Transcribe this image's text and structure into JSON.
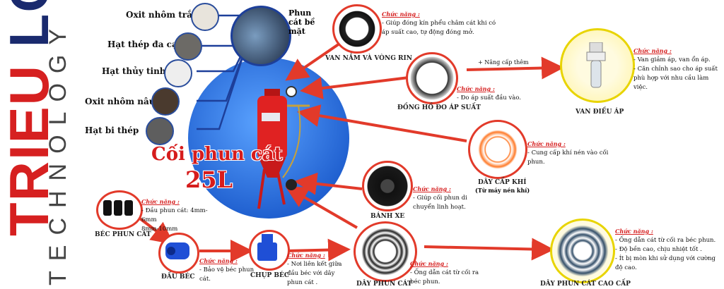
{
  "brand": {
    "main_red": "TRIEU ",
    "main_blue": "LOI",
    "sub": "TECHNOLOGY"
  },
  "materials": [
    {
      "label": "Oxit nhôm trắng",
      "color": "#e8e4dc"
    },
    {
      "label": "Hạt thép đa cạnh",
      "color": "#6c6a66"
    },
    {
      "label": "Hạt thủy tinh",
      "color": "#eeeeee"
    },
    {
      "label": "Oxit nhôm nâu",
      "color": "#4a3a2e"
    },
    {
      "label": "Hạt bi thép",
      "color": "#5e5e5e"
    }
  ],
  "spray_label": "Phun cát bề mặt",
  "product": {
    "line1": "Cối phun cát",
    "line2": "25L"
  },
  "function_label": "Chức năng :",
  "parts": {
    "van": {
      "title": "VAN NẮM VÀ VÒNG RIN",
      "desc": "- Giúp đóng kín phểu châm cát khi có áp suất cao, tự động đóng mở."
    },
    "gauge": {
      "title": "ĐỒNG HỒ ĐO ÁP SUẤT",
      "desc": "- Đo áp suất đầu vào."
    },
    "upgrade": "+ Nâng cấp thêm",
    "regulator": {
      "title": "VAN ĐIỀU ÁP",
      "desc1": "- Van giảm áp, van ổn áp.",
      "desc2": "- Căn chỉnh sao cho áp suất phù hợp với nhu cầu làm việc."
    },
    "air_hose": {
      "title": "DÂY CẤP KHÍ",
      "subtitle": "(Từ máy nén khí)",
      "desc": "- Cung cấp khí nén vào cối phun."
    },
    "wheel": {
      "title": "BÁNH XE",
      "desc": "- Giúp cối phun di chuyển linh hoạt."
    },
    "nozzle": {
      "title": "BÉC PHUN CÁT",
      "desc1": "- Đầu phun cát: 4mm-6mm",
      "desc2": "8mm-10mm"
    },
    "nozzle_head": {
      "title": "ĐẦU BÉC",
      "desc": "- Bảo vệ béc phun cát."
    },
    "cap": {
      "title": "CHỤP BÉC",
      "desc": "- Nơi liên kết giữa đầu béc với dây phun cát ."
    },
    "hose": {
      "title": "DÂY PHUN CÁT",
      "desc": "- Ống dẫn cát từ cối ra béc phun."
    },
    "premium_hose": {
      "title": "DÂY PHUN CÁT CAO CẤP",
      "desc1": "- Ống dẫn cát từ cối ra béc phun.",
      "desc2": "- Độ bền cao, chịu nhiệt tốt .",
      "desc3": "- Ít bị mòn khi sử dụng với cường độ cao."
    }
  },
  "colors": {
    "accent_red": "#d62020",
    "blue": "#2a6fd6",
    "brand_blue": "#1a2a6e"
  }
}
